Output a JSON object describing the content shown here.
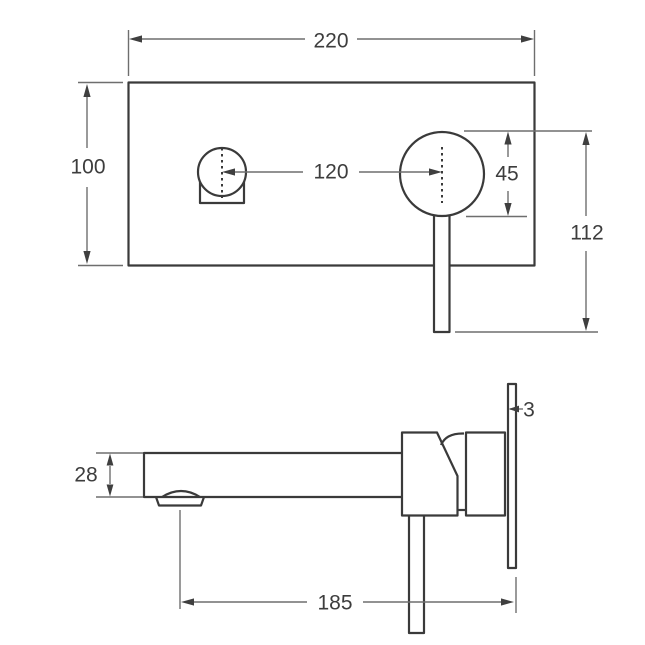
{
  "colors": {
    "line": "#3a3a3a",
    "dimension": "#6e6e6e",
    "arrow": "#3f3f3f",
    "label": "#3d3d3d",
    "background": "#ffffff"
  },
  "drawing": {
    "kind": "technical-dimension-drawing",
    "subject": "wall-mounted basin mixer with backplate, front view and side view"
  },
  "labels": {
    "plate_width": "220",
    "plate_height": "100",
    "hole_centres": "120",
    "handle_diameter": "45",
    "handle_overall_drop": "112",
    "spout_height": "28",
    "plate_thickness": "3",
    "spout_reach": "185"
  }
}
